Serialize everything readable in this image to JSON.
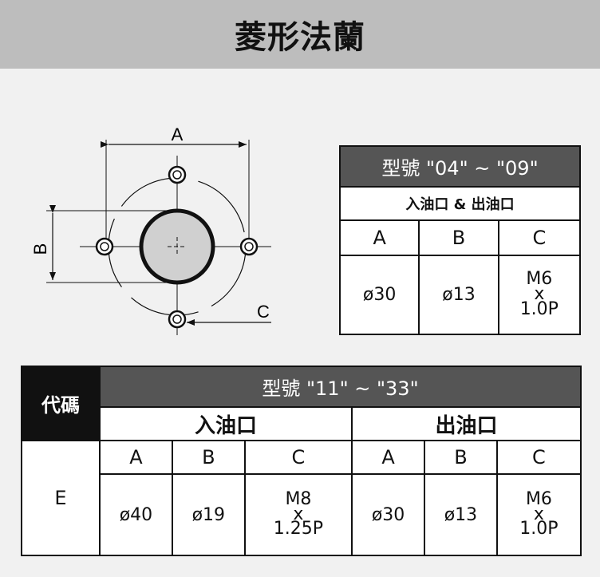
{
  "title": "菱形法蘭",
  "diagram": {
    "label_a": "A",
    "label_b": "B",
    "label_c": "C"
  },
  "table_small": {
    "title": "型號 \"04\" ~ \"09\"",
    "subtitle": "入油口 & 出油口",
    "headers": [
      "A",
      "B",
      "C"
    ],
    "values": [
      "ø30",
      "ø13"
    ],
    "thread": {
      "l1": "M6",
      "l2": "x",
      "l3": "1.0P"
    }
  },
  "table_large": {
    "code_header": "代碼",
    "title": "型號 \"11\" ~ \"33\"",
    "inlet": "入油口",
    "outlet": "出油口",
    "headers": [
      "A",
      "B",
      "C",
      "A",
      "B",
      "C"
    ],
    "code": "E",
    "inlet_values": [
      "ø40",
      "ø19"
    ],
    "inlet_thread": {
      "l1": "M8",
      "l2": "x",
      "l3": "1.25P"
    },
    "outlet_values": [
      "ø30",
      "ø13"
    ],
    "outlet_thread": {
      "l1": "M6",
      "l2": "x",
      "l3": "1.0P"
    }
  },
  "colors": {
    "header_bg": "#bdbdbd",
    "table_title_bg": "#555555",
    "code_header_bg": "#111111",
    "page_bg": "#f1f1f1"
  }
}
